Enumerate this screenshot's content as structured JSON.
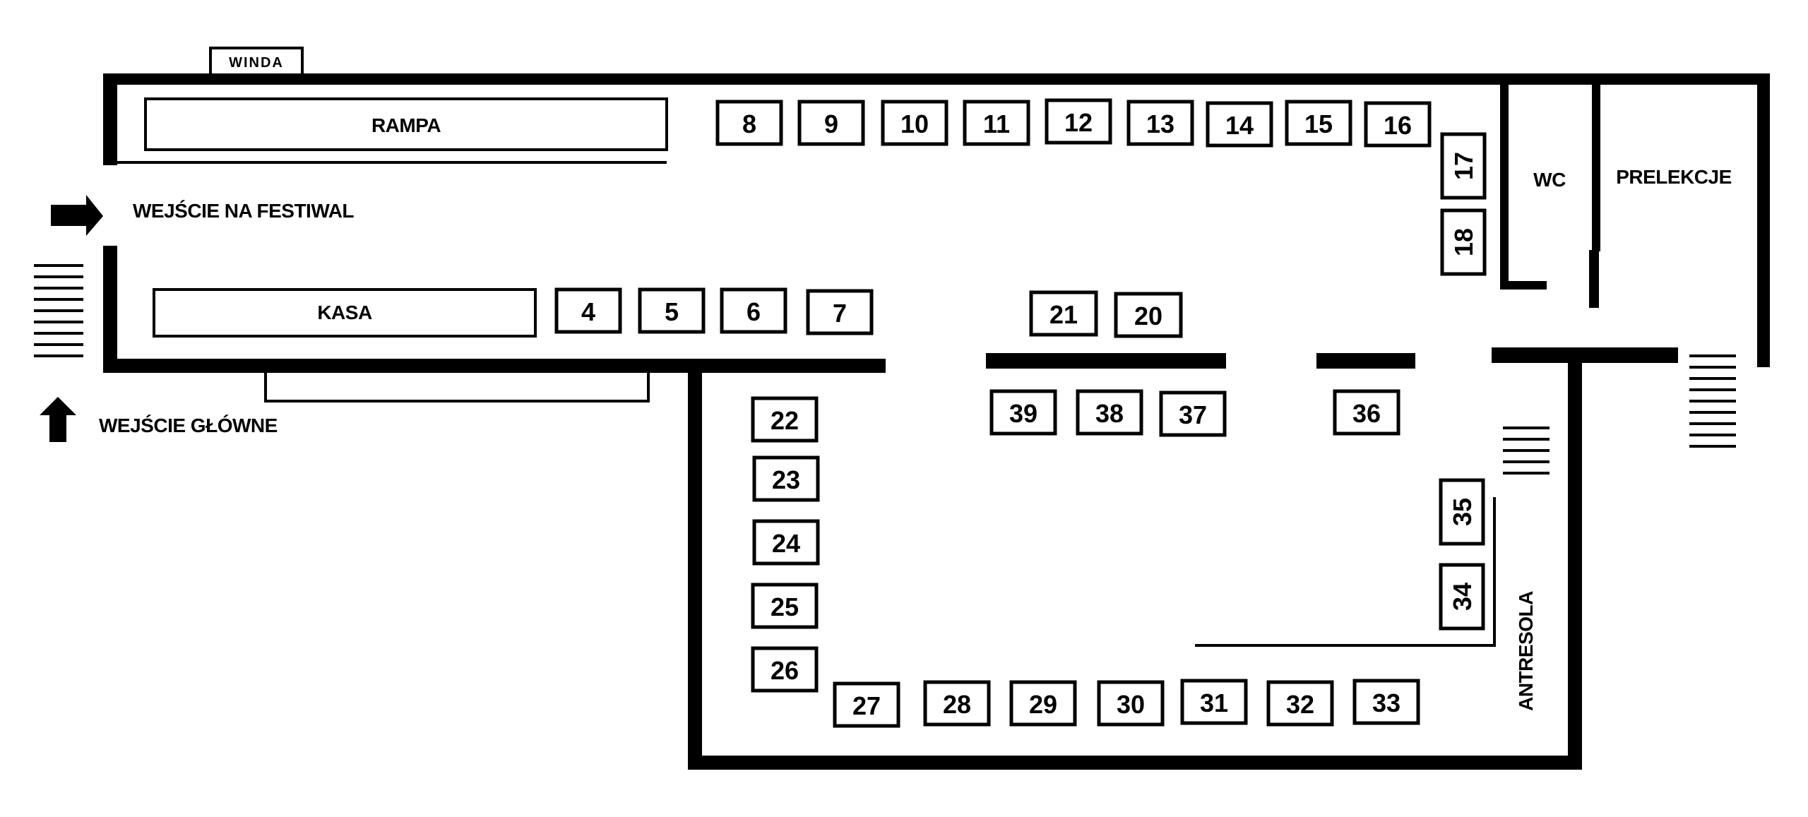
{
  "labels": {
    "winda": "WINDA",
    "rampa": "RAMPA",
    "kasa": "KASA",
    "wejscie_festiwal": "WEJŚCIE NA FESTIWAL",
    "wejscie_glowne": "WEJŚCIE GŁÓWNE",
    "wc": "WC",
    "prelekcje": "PRELEKCJE",
    "antresola": "ANTRESOLA"
  },
  "booths": [
    {
      "id": "b4",
      "num": "4"
    },
    {
      "id": "b5",
      "num": "5"
    },
    {
      "id": "b6",
      "num": "6"
    },
    {
      "id": "b7",
      "num": "7"
    },
    {
      "id": "b8",
      "num": "8"
    },
    {
      "id": "b9",
      "num": "9"
    },
    {
      "id": "b10",
      "num": "10"
    },
    {
      "id": "b11",
      "num": "11"
    },
    {
      "id": "b12",
      "num": "12"
    },
    {
      "id": "b13",
      "num": "13"
    },
    {
      "id": "b14",
      "num": "14"
    },
    {
      "id": "b15",
      "num": "15"
    },
    {
      "id": "b16",
      "num": "16"
    },
    {
      "id": "b17",
      "num": "17"
    },
    {
      "id": "b18",
      "num": "18"
    },
    {
      "id": "b20",
      "num": "20"
    },
    {
      "id": "b21",
      "num": "21"
    },
    {
      "id": "b22",
      "num": "22"
    },
    {
      "id": "b23",
      "num": "23"
    },
    {
      "id": "b24",
      "num": "24"
    },
    {
      "id": "b25",
      "num": "25"
    },
    {
      "id": "b26",
      "num": "26"
    },
    {
      "id": "b27",
      "num": "27"
    },
    {
      "id": "b28",
      "num": "28"
    },
    {
      "id": "b29",
      "num": "29"
    },
    {
      "id": "b30",
      "num": "30"
    },
    {
      "id": "b31",
      "num": "31"
    },
    {
      "id": "b32",
      "num": "32"
    },
    {
      "id": "b33",
      "num": "33"
    },
    {
      "id": "b34",
      "num": "34"
    },
    {
      "id": "b35",
      "num": "35"
    },
    {
      "id": "b36",
      "num": "36"
    },
    {
      "id": "b37",
      "num": "37"
    },
    {
      "id": "b38",
      "num": "38"
    },
    {
      "id": "b39",
      "num": "39"
    }
  ]
}
